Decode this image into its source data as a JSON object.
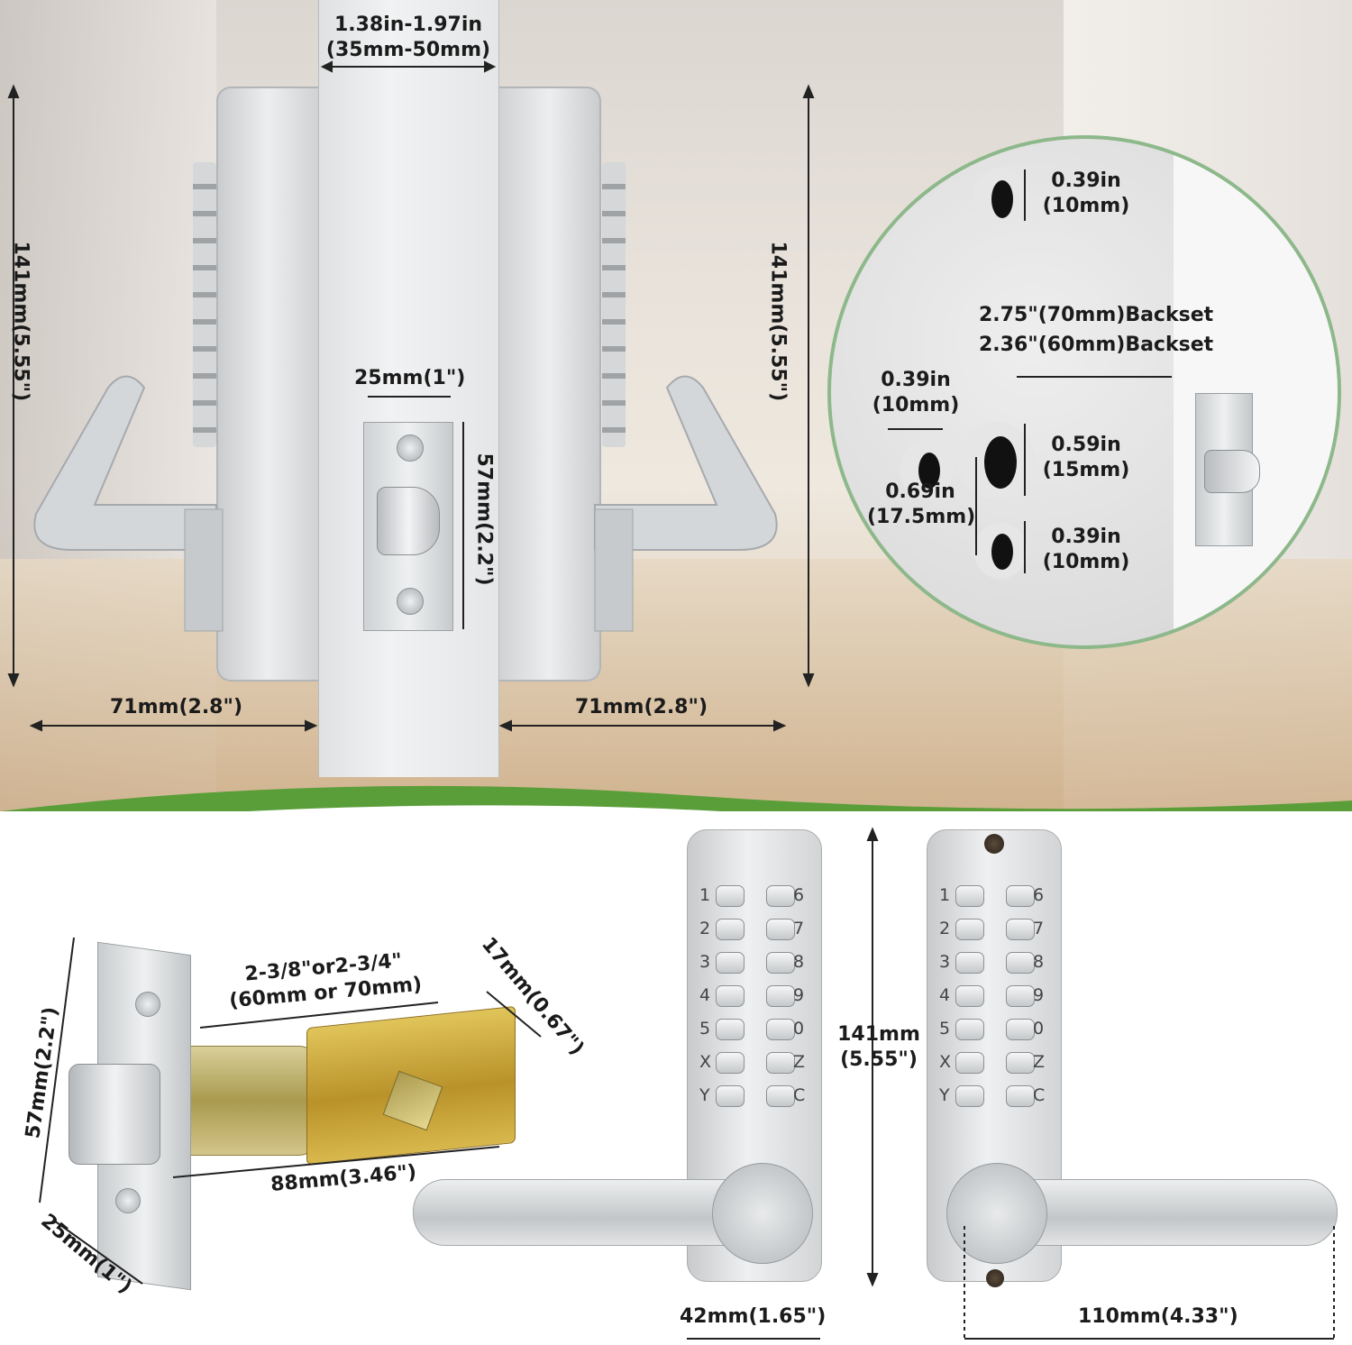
{
  "top_section": {
    "door_thickness": {
      "line1": "1.38in-1.97in",
      "line2": "(35mm-50mm)"
    },
    "height_left": "141mm(5.55\")",
    "height_right": "141mm(5.55\")",
    "latch_width": "25mm(1\")",
    "latch_height": "57mm(2.2\")",
    "depth_left": "71mm(2.8\")",
    "depth_right": "71mm(2.8\")"
  },
  "detail_circle": {
    "hole_top": {
      "line1": "0.39in",
      "line2": "(10mm)"
    },
    "backset_70": "2.75\"(70mm)Backset",
    "backset_60": "2.36\"(60mm)Backset",
    "hole_left": {
      "line1": "0.39in",
      "line2": "(10mm)"
    },
    "hole_center": {
      "line1": "0.59in",
      "line2": "(15mm)"
    },
    "spacing": {
      "line1": "0.69in",
      "line2": "(17.5mm)"
    },
    "hole_bottom": {
      "line1": "0.39in",
      "line2": "(10mm)"
    }
  },
  "latch_section": {
    "height": "57mm(2.2\")",
    "backset": {
      "line1": "2-3/8\"or2-3/4\"",
      "line2": "(60mm or 70mm)"
    },
    "case_depth": "17mm(0.67\")",
    "length": "88mm(3.46\")",
    "face_width": "25mm(1\")"
  },
  "keypad_section": {
    "height": {
      "line1": "141mm",
      "line2": "(5.55\")"
    },
    "width": "42mm(1.65\")",
    "lever_length": "110mm(4.33\")",
    "keys_left": [
      "1",
      "2",
      "3",
      "4",
      "5",
      "X",
      "Y"
    ],
    "keys_right": [
      "6",
      "7",
      "8",
      "9",
      "0",
      "Z",
      "C"
    ]
  },
  "colors": {
    "accent_green": "#8db88a",
    "wave_green": "#5a9e3a",
    "brass": "#c9a53c",
    "steel": "#d3d6d8"
  }
}
